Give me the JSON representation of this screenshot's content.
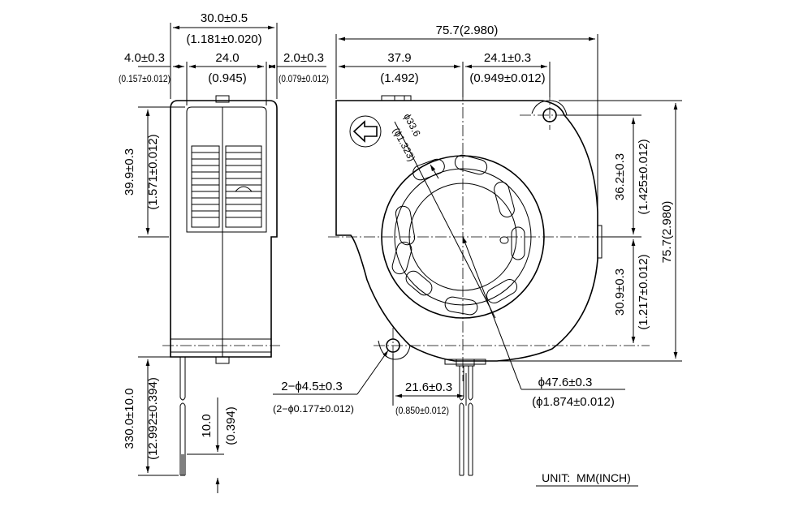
{
  "side_view": {
    "width_mm": "30.0±0.5",
    "width_in": "(1.181±0.020)",
    "left_offset_mm": "4.0±0.3",
    "left_offset_in": "(0.157±0.012)",
    "inlet_width_mm": "24.0",
    "inlet_width_in": "(0.945)",
    "right_offset_mm": "2.0±0.3",
    "right_offset_in": "(0.079±0.012)",
    "inlet_height_mm": "39.9±0.3",
    "inlet_height_in": "(1.571±0.012)",
    "lead_length_mm": "330.0±10.0",
    "lead_length_in": "(12.992±0.394)",
    "strip_length_mm": "10.0",
    "strip_length_in": "(0.394)"
  },
  "front_view": {
    "overall_width_mm": "75.7(2.980)",
    "hub_offset_mm": "37.9",
    "hub_offset_in": "(1.492)",
    "hole_offset_mm": "24.1±0.3",
    "hole_offset_in": "(0.949±0.012)",
    "upper_height_mm": "36.2±0.3",
    "upper_height_in": "(1.425±0.012)",
    "lower_height_mm": "30.9±0.3",
    "lower_height_in": "(1.217±0.012)",
    "overall_height": "75.7(2.980)",
    "hub_diameter_mm": "ϕ33.6",
    "hub_diameter_in": "(ϕ1.323)",
    "hole_spec_mm": "2−ϕ4.5±0.3",
    "hole_spec_in": "(2−ϕ0.177±0.012)",
    "lead_offset_mm": "21.6±0.3",
    "lead_offset_in": "(0.850±0.012)",
    "impeller_diameter_mm": "ϕ47.6±0.3",
    "impeller_diameter_in": "(ϕ1.874±0.012)"
  },
  "unit_label": "UNIT:  MM(INCH)"
}
